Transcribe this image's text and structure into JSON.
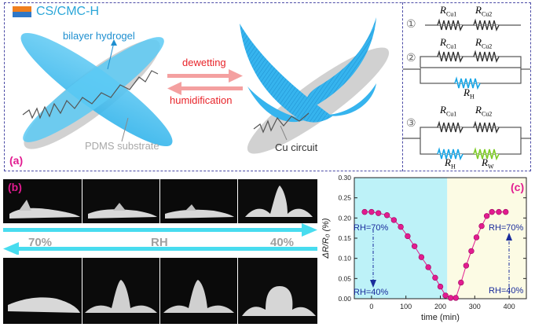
{
  "panel_a": {
    "legend": "CS/CMC-H",
    "label": "(a)",
    "bilayer": "bilayer hydrogel",
    "substrate": "PDMS substrate",
    "arrow_top": "dewetting",
    "arrow_bottom": "humidification",
    "cu": "Cu circuit",
    "circuits": {
      "c1": "①",
      "c2": "②",
      "c3": "③",
      "r_cu1": "R",
      "r_cu1_sub": "Cu1",
      "r_cu2": "R",
      "r_cu2_sub": "Cu2",
      "r_h": "R",
      "r_h_sub": "H",
      "r_w": "R",
      "r_w_sub": "W"
    }
  },
  "panel_b": {
    "label": "(b)",
    "left": "70%",
    "center": "RH",
    "right": "40%"
  },
  "panel_c": {
    "label": "(c)",
    "ann_top_left": "RH=70%",
    "ann_bottom_left": "RH=40%",
    "ann_top_right": "RH=70%",
    "ann_bottom_right": "RH=40%"
  },
  "colors": {
    "blue": "#3ab4ee",
    "cyan": "#48dcef",
    "magenta": "#e21b90",
    "red": "#e8242a",
    "green": "#7fcc28",
    "region_left": "#bdf2f8",
    "region_right": "#fcfbe4",
    "dash": "#4b4ba6"
  },
  "chart_data": {
    "type": "line",
    "xlabel": "time (min)",
    "ylabel": "ΔR/R₀ (%)",
    "xlim": [
      -50,
      450
    ],
    "ylim": [
      0,
      0.3
    ],
    "xticks": [
      0,
      100,
      200,
      300,
      400
    ],
    "yticks": [
      0.0,
      0.05,
      0.1,
      0.15,
      0.2,
      0.25,
      0.3
    ],
    "ytick_labels": [
      "0.00",
      "0.05",
      "0.10",
      "0.15",
      "0.20",
      "0.25",
      "0.30"
    ],
    "regions": [
      {
        "from": -50,
        "to": 220,
        "color": "#bdf2f8"
      },
      {
        "from": 220,
        "to": 450,
        "color": "#fcfbe4"
      }
    ],
    "series": [
      {
        "x": [
          -20,
          0,
          20,
          45,
          65,
          85,
          105,
          125,
          145,
          165,
          185,
          200,
          215,
          230,
          245,
          260,
          275,
          290,
          305,
          320,
          335,
          350,
          370,
          390
        ],
        "y": [
          0.215,
          0.215,
          0.212,
          0.207,
          0.195,
          0.178,
          0.155,
          0.13,
          0.103,
          0.078,
          0.052,
          0.03,
          0.008,
          0.002,
          0.002,
          0.04,
          0.082,
          0.118,
          0.152,
          0.18,
          0.205,
          0.215,
          0.215,
          0.215
        ]
      }
    ]
  }
}
